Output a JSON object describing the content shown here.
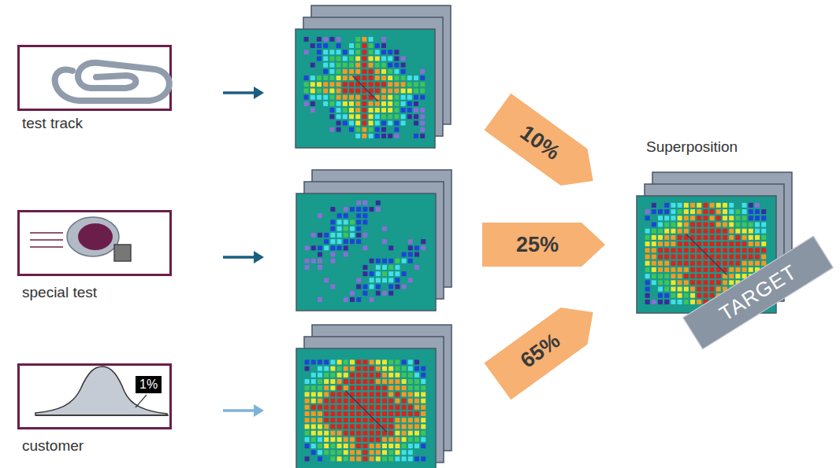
{
  "diagram": {
    "nodes": [
      {
        "text": [
          "test track"
        ]
      },
      {
        "text": [
          "special test"
        ]
      },
      {
        "text": [
          "customer"
        ]
      },
      {
        "text": [
          "1%"
        ],
        "in": 2
      },
      {
        "text": [
          "10%"
        ]
      },
      {
        "text": [
          "25%"
        ]
      },
      {
        "text": [
          "65%"
        ]
      },
      {
        "text": [
          "Superposition"
        ]
      },
      {
        "text": [
          "TARGET"
        ]
      }
    ]
  }
}
